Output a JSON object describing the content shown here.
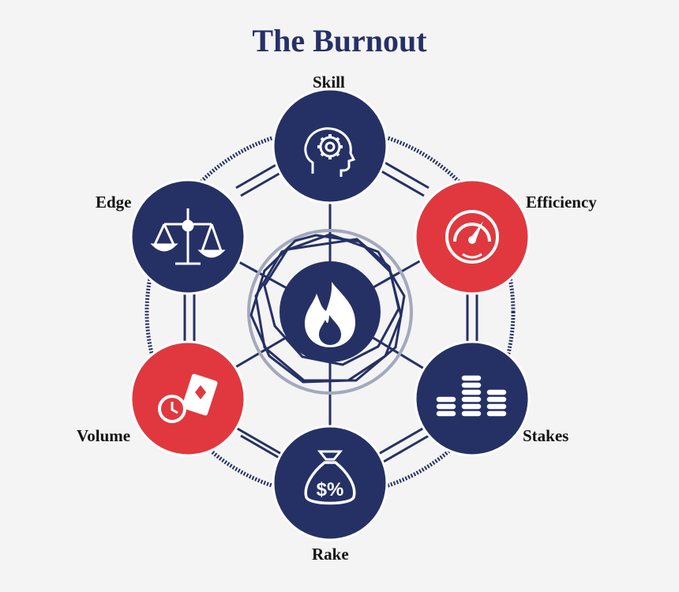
{
  "title": "The Burnout",
  "colors": {
    "navy": "#253165",
    "red": "#e0383e",
    "white": "#ffffff",
    "ring_gray": "#a3a8bd",
    "background": "#f4f4f4"
  },
  "center": {
    "icon": "flame-icon"
  },
  "nodes": [
    {
      "id": "skill",
      "label": "Skill",
      "icon": "head-gear-icon",
      "color": "navy"
    },
    {
      "id": "efficiency",
      "label": "Efficiency",
      "icon": "speedometer-icon",
      "color": "red"
    },
    {
      "id": "stakes",
      "label": "Stakes",
      "icon": "coin-stacks-icon",
      "color": "navy"
    },
    {
      "id": "rake",
      "label": "Rake",
      "icon": "money-bag-icon",
      "color": "navy"
    },
    {
      "id": "volume",
      "label": "Volume",
      "icon": "clock-cards-icon",
      "color": "red"
    },
    {
      "id": "edge",
      "label": "Edge",
      "icon": "balance-scale-icon",
      "color": "navy"
    }
  ]
}
